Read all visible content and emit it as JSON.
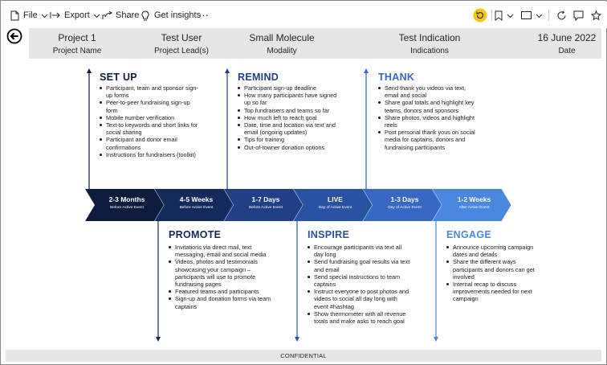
{
  "toolbar": {
    "file_label": "File",
    "export_label": "Export",
    "share_label": "Share",
    "insights_label": "Get insights",
    "more_label": "···"
  },
  "header": {
    "project": {
      "value": "Project 1",
      "label": "Project Name"
    },
    "lead": {
      "value": "Test User",
      "label": "Project Lead(s)"
    },
    "modality": {
      "value": "Small Molecule",
      "label": "Modality"
    },
    "indication": {
      "value": "Test Indication",
      "label": "Indications"
    },
    "date": {
      "value": "16 June 2022",
      "label": "Date"
    }
  },
  "phases": [
    {
      "label": "2-3 Months",
      "sub": "Before Active Event",
      "color": "#0d1b3d"
    },
    {
      "label": "4-5 Weeks",
      "sub": "Before Active Event",
      "color": "#142a5c"
    },
    {
      "label": "1-7 Days",
      "sub": "Before Active Event",
      "color": "#203f84"
    },
    {
      "label": "LIVE",
      "sub": "Day of Active Event",
      "color": "#2a52a3"
    },
    {
      "label": "1-3 Days",
      "sub": "Day of Active Event",
      "color": "#3668c4"
    },
    {
      "label": "1-2 Weeks",
      "sub": "After Active Event",
      "color": "#4a88e0"
    }
  ],
  "sections": {
    "setup": {
      "title": "SET UP",
      "color": "#0d1b3d",
      "items": [
        "Participant, team and sponsor sign-up forms",
        "Peer-to-peer fundraising sign-up form",
        "Mobile number verification",
        "Text-to keywords and short links for social sharing",
        "Participant and donor email confirmations",
        "Instructions for fundraisers (toolkit)"
      ]
    },
    "promote": {
      "title": "PROMOTE",
      "color": "#142a5c",
      "items": [
        "Invitations via direct mail, text messaging, email and social media",
        "Videos, photos and testimonials showcasing your campaign – participants will use to promote fundraising pages",
        "Featured teams and participants",
        "Sign-up and donation forms via team captains"
      ]
    },
    "remind": {
      "title": "REMIND",
      "color": "#203f84",
      "items": [
        "Participant sign-up deadline",
        "How many participants have signed up so far",
        "Top fundraisers and teams so far",
        "How much left to reach goal",
        "Date, time and location via text and email (ongoing updates)",
        "Tips for training",
        "Out-of-towner donation options"
      ]
    },
    "inspire": {
      "title": "INSPIRE",
      "color": "#2a52a3",
      "items": [
        "Encourage participants via text all day long",
        "Send fundraising goal results via text and email",
        "Send special instructions to team captains",
        "Instruct everyone to post photos and videos to social all day long with event #hashtag",
        "Show thermometer with all revenue totals and make asks to reach goal"
      ]
    },
    "thank": {
      "title": "THANK",
      "color": "#3668c4",
      "items": [
        "Send thank you videos via text, email and social",
        "Share goal totals and highlight key teams, donors and sponsors",
        "Share photos, videos and highlight reels",
        "Post personal thank yous on social media for captains, donors and fundraising participants"
      ]
    },
    "engage": {
      "title": "ENGAGE",
      "color": "#4a88e0",
      "items": [
        "Announce upcoming campaign dates and details",
        "Share the different ways participants and donors can get involved",
        "Internal recap to discuss improvements needed for next campaign"
      ]
    }
  },
  "footer": {
    "label": "CONFIDENTIAL"
  }
}
